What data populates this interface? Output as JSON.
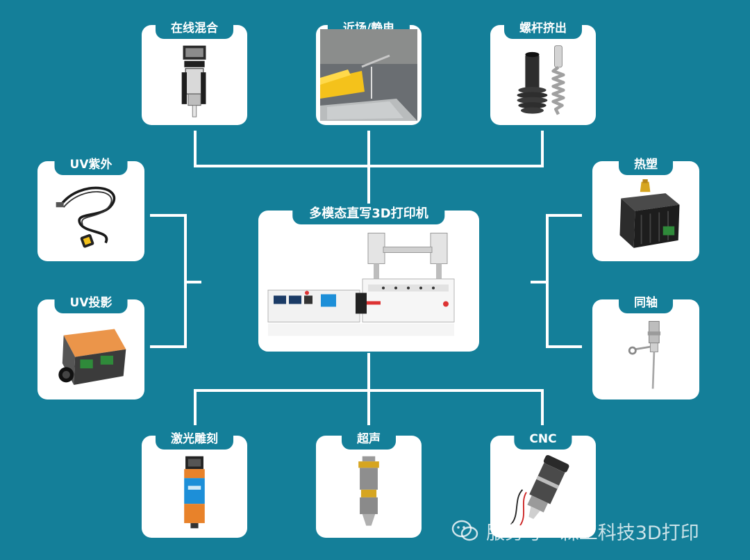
{
  "center": {
    "title": "多模态直写3D打印机"
  },
  "modules": {
    "inline_mixing": "在线混合",
    "near_field_electrostatic": "近场/静电",
    "screw_extrusion": "螺杆挤出",
    "uv_curing": "UV紫外",
    "uv_projection": "UV投影",
    "thermoplastic": "热塑",
    "coaxial": "同轴",
    "laser_engraving": "激光雕刻",
    "ultrasonic": "超声",
    "cnc": "CNC"
  },
  "watermark": {
    "text": "服务号 · 森工科技3D打印"
  },
  "colors": {
    "background": "#147f99",
    "card": "#ffffff",
    "connector": "#ffffff",
    "accent_yellow": "#f4c21b",
    "accent_orange": "#e8822a",
    "accent_blue": "#1d8fd8"
  }
}
